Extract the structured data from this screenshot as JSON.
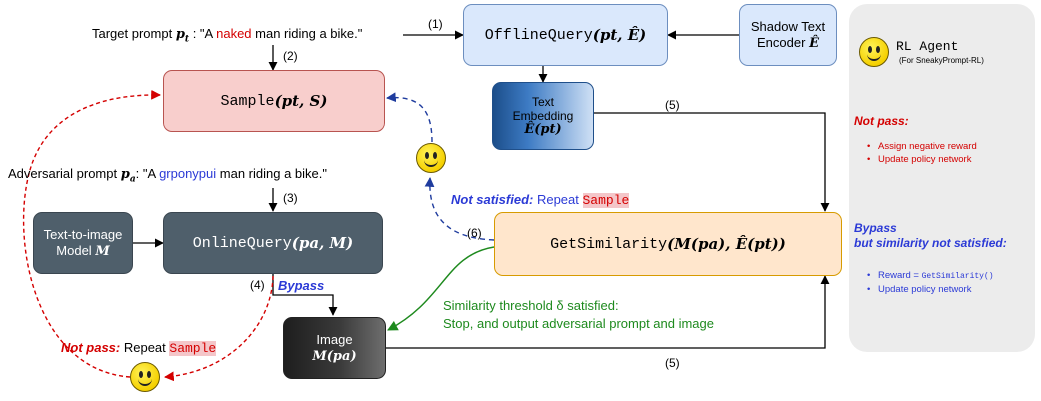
{
  "top": {
    "target_label": "Target prompt ",
    "target_var": "p",
    "target_sub": "t",
    "target_mid": " : \"A ",
    "target_word": "naked",
    "target_end": " man riding a bike.\""
  },
  "steps": {
    "s1": "(1)",
    "s2": "(2)",
    "s3": "(3)",
    "s4": "(4)",
    "s5a": "(5)",
    "s5b": "(5)",
    "s6": "(6)"
  },
  "boxes": {
    "offline": {
      "fn": "OfflineQuery",
      "args": "(pt, Ê)"
    },
    "shadow": {
      "line1": "Shadow Text",
      "line2": "Encoder ",
      "sym": "Ê"
    },
    "sample": {
      "fn": "Sample",
      "args": "(pt, S)"
    },
    "embedding": {
      "line1": "Text",
      "line2": "Embedding",
      "sym": "Ê(pt)"
    },
    "t2i": {
      "line1": "Text-to-image",
      "line2": "Model ",
      "sym": "M"
    },
    "online": {
      "fn": "OnlineQuery",
      "args": "(pa, M)"
    },
    "similarity": {
      "fn": "GetSimilarity",
      "args": "(M(pa), Ê(pt))"
    },
    "image": {
      "line1": "Image",
      "sym": "M(pa)"
    }
  },
  "adversarial": {
    "label": "Adversarial prompt ",
    "var": "p",
    "sub": "a",
    "mid": ": \"A ",
    "word": "grponypui",
    "end": " man riding a bike.\""
  },
  "labels": {
    "bypass": "Bypass",
    "not_satisfied_em": "Not satisfied:",
    "not_satisfied_rest": " Repeat ",
    "not_satisfied_code": "Sample",
    "not_pass_em": "Not pass:",
    "not_pass_rest": " Repeat ",
    "not_pass_code": "Sample",
    "threshold_1": "Similarity threshold δ satisfied:",
    "threshold_2": "Stop, and output adversarial prompt and image"
  },
  "legend": {
    "agent_title": "RL Agent",
    "agent_sub": "(For SneakyPrompt-RL)",
    "notpass_title": "Not pass:",
    "notpass_items": [
      "Assign negative reward",
      "Update policy network"
    ],
    "bypass_title_1": "Bypass",
    "bypass_title_2": "but similarity not satisfied:",
    "bypass_item1_text": "Reward = ",
    "bypass_item1_code": "GetSimilarity()",
    "bypass_item2": "Update policy network"
  },
  "colors": {
    "offline_fill": "#dae8fc",
    "offline_stroke": "#6c8ebf",
    "sample_fill": "#f8cecc",
    "sample_stroke": "#b85450",
    "similarity_fill": "#ffe6cc",
    "similarity_stroke": "#d79b00",
    "dark_box": "#4f5f6b",
    "legend_bg": "#ececec",
    "red": "#d40000",
    "blue": "#2b3ad6",
    "green": "#1e8a1e"
  }
}
